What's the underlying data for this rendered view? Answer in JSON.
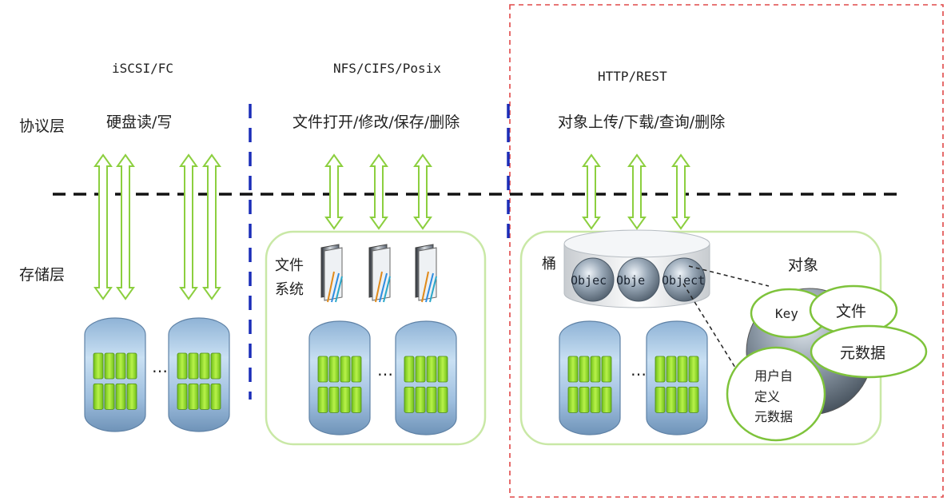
{
  "layers": {
    "protocol": "协议层",
    "storage": "存储层"
  },
  "block": {
    "protocol": "iSCSI/FC",
    "operation": "硬盘读/写",
    "ellipsis": "…"
  },
  "file": {
    "protocol": "NFS/CIFS/Posix",
    "operation": "文件打开/修改/保存/删除",
    "fs_label_line1": "文件",
    "fs_label_line2": "系统",
    "ellipsis": "…"
  },
  "object": {
    "protocol": "HTTP/REST",
    "operation": "对象上传/下载/查询/删除",
    "bucket_label": "桶",
    "object_items": [
      "Objec",
      "Obje",
      "Object"
    ],
    "object_title": "对象",
    "key": "Key",
    "file": "文件",
    "metadata": "元数据",
    "user_meta_line1": "用户自",
    "user_meta_line2": "定义",
    "user_meta_line3": "元数据",
    "ellipsis": "…"
  },
  "colors": {
    "arrow_fill": "#ffffff",
    "arrow_stroke": "#8ccf3f",
    "panel_border": "#c9e8a6",
    "divider_blue": "#1a2db8",
    "highlight_red": "#e04848",
    "disk_blue": "#b9d4ea",
    "disk_cell_green": "#9ae82c"
  }
}
